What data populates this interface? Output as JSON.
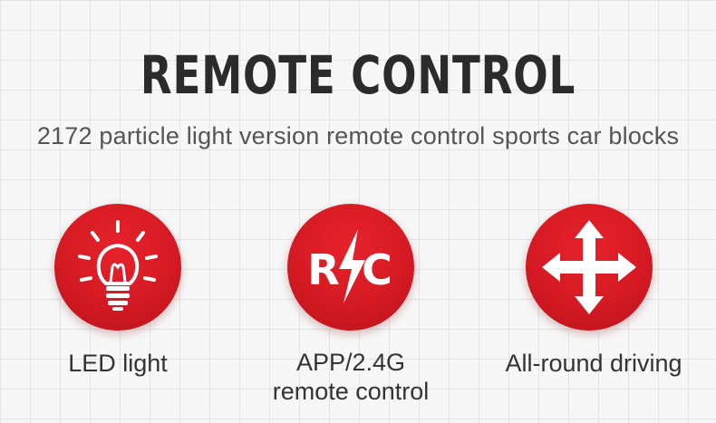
{
  "header": {
    "title": "REMOTE CONTROL",
    "subtitle": "2172 particle light version remote control sports car blocks"
  },
  "features": [
    {
      "icon": "light-bulb-icon",
      "label": "LED light"
    },
    {
      "icon": "rc-icon",
      "glyph_left": "R",
      "glyph_right": "C",
      "label_line1": "APP/2.4G",
      "label_line2": "remote control"
    },
    {
      "icon": "four-way-arrows-icon",
      "label": "All-round driving"
    }
  ],
  "colors": {
    "accent": "#d51a23",
    "title_text": "#2b2b2b",
    "body_text": "#333333"
  }
}
